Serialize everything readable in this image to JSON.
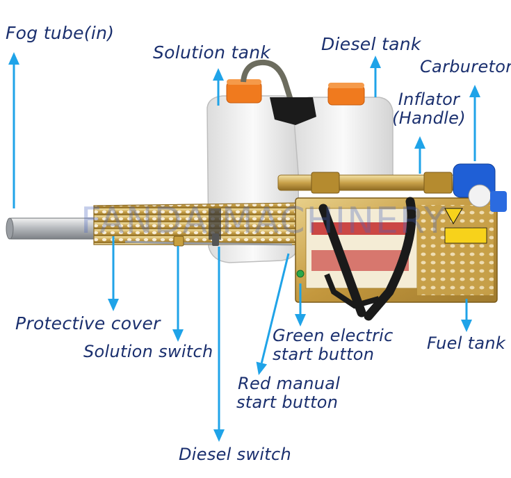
{
  "labels": {
    "fog_tube": "Fog tube(in)",
    "solution_tank": "Solution tank",
    "diesel_tank": "Diesel tank",
    "carburetor": "Carburetor",
    "inflator_line1": "Inflator",
    "inflator_line2": "(Handle)",
    "protective_cover": "Protective cover",
    "solution_switch": "Solution switch",
    "green_button_line1": "Green electric",
    "green_button_line2": "start button",
    "fuel_tank": "Fuel tank",
    "red_button_line1": "Red manual",
    "red_button_line2": "start button",
    "diesel_switch": "Diesel switch"
  },
  "watermark": "FANDA MACHINERY",
  "colors": {
    "arrow": "#1fa3e8",
    "label_text": "#1a2f6e",
    "tank_cap": "#f07a1e",
    "body_gold": "#c9a24a"
  }
}
